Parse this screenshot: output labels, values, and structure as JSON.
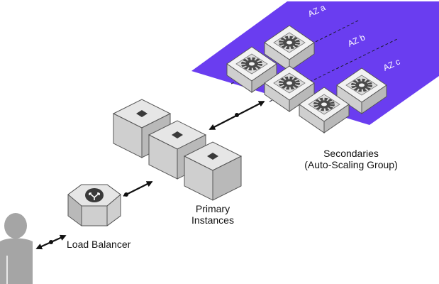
{
  "labels": {
    "load_balancer": "Load Balancer",
    "primary_line1": "Primary",
    "primary_line2": "Instances",
    "secondaries_line1": "Secondaries",
    "secondaries_line2": "(Auto-Scaling Group)"
  },
  "zones": [
    "AZ a",
    "AZ b",
    "AZ c"
  ],
  "colors": {
    "asg_region": "#6a3df0",
    "cube_top": "#e6e6e6",
    "cube_left": "#cfcfcf",
    "cube_right": "#b9b9b9",
    "gear_top": "#f2f2f2",
    "gear": "#4a4a4a",
    "person": "#a5a5a5",
    "connector": "#111111"
  },
  "icons": {
    "user": "person-icon",
    "load_balancer": "load-balancer-icon",
    "primary": "cube-icon",
    "secondary": "gear-icon"
  }
}
